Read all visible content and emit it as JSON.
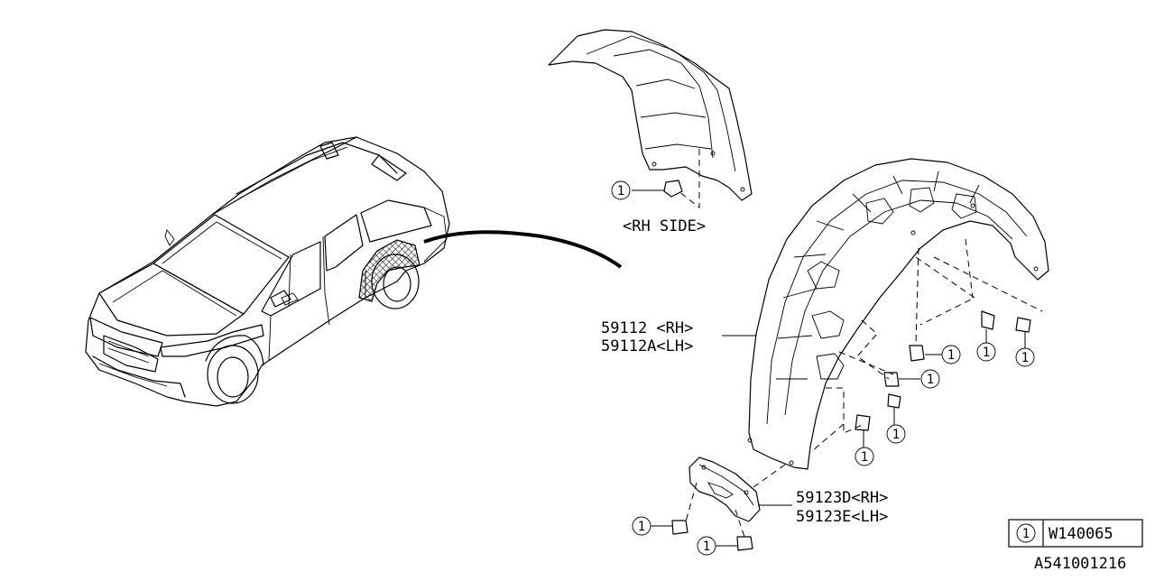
{
  "diagram": {
    "labels": {
      "rh_side": "<RH SIDE>",
      "liner_rh": "59112 <RH>",
      "liner_lh": "59112A<LH>",
      "flap_rh": "59123D<RH>",
      "flap_lh": "59123E<LH>",
      "callout": "1"
    },
    "legend": {
      "callout": "1",
      "part_number": "W140065"
    },
    "drawing_id": "A541001216"
  }
}
